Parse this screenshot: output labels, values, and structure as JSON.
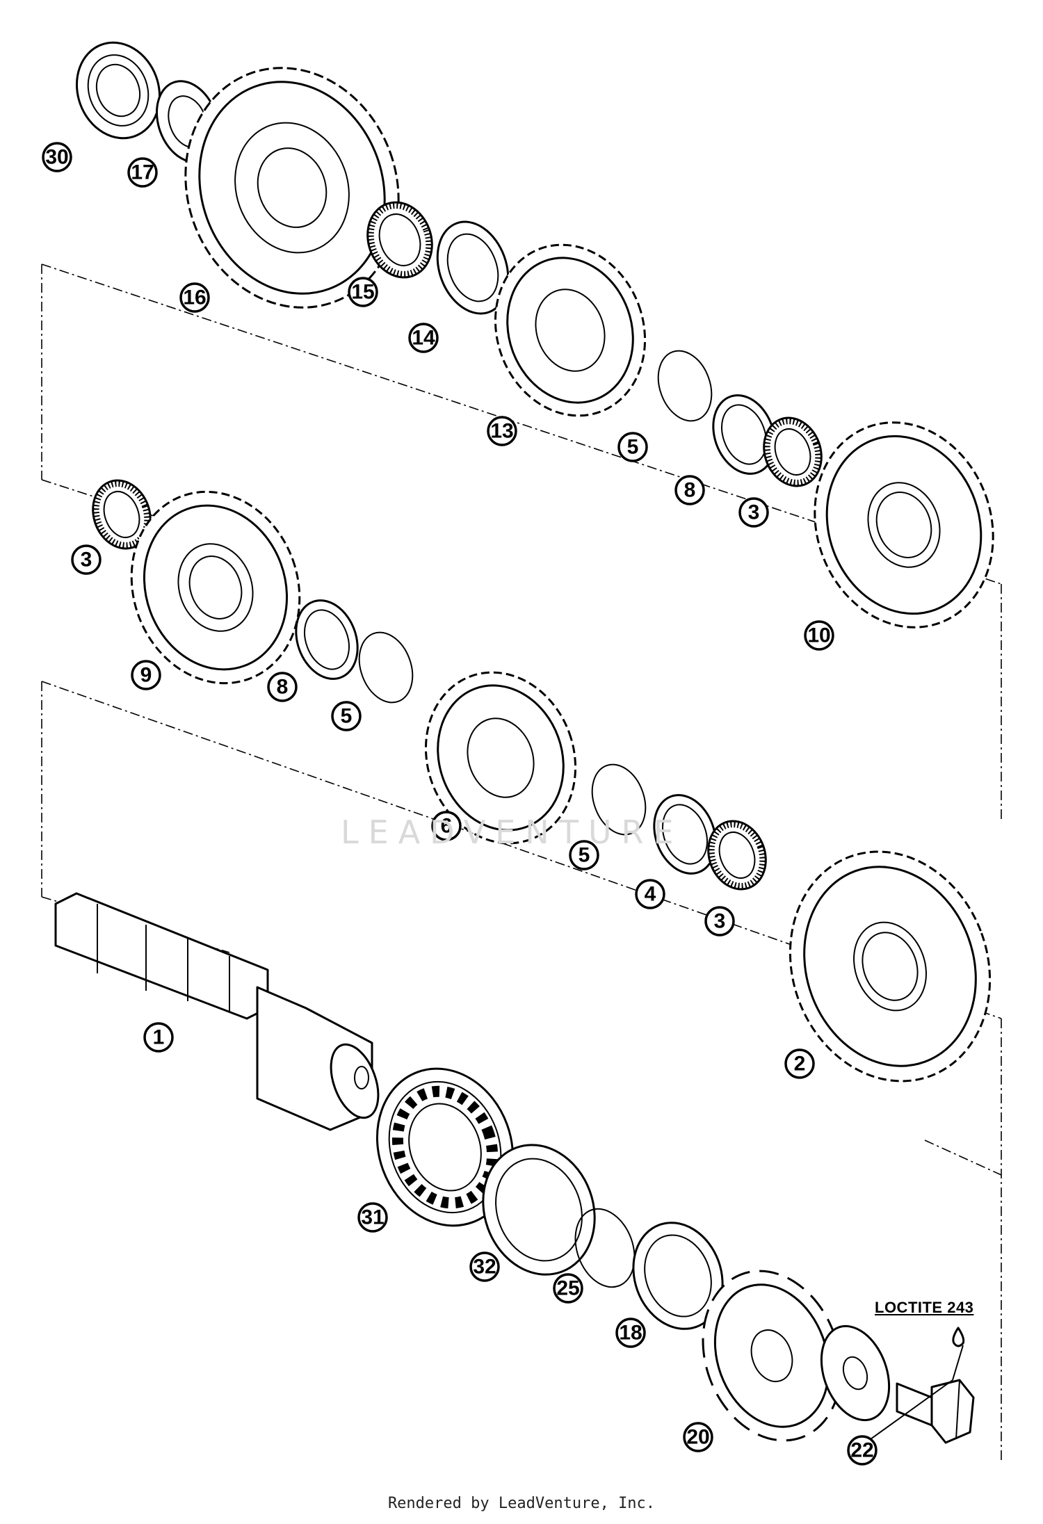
{
  "diagram": {
    "callouts": [
      {
        "id": "c30",
        "label": "30"
      },
      {
        "id": "c17",
        "label": "17"
      },
      {
        "id": "c16",
        "label": "16"
      },
      {
        "id": "c15",
        "label": "15"
      },
      {
        "id": "c14",
        "label": "14"
      },
      {
        "id": "c13",
        "label": "13"
      },
      {
        "id": "c5a",
        "label": "5"
      },
      {
        "id": "c8a",
        "label": "8"
      },
      {
        "id": "c3a",
        "label": "3"
      },
      {
        "id": "c10",
        "label": "10"
      },
      {
        "id": "c3b",
        "label": "3"
      },
      {
        "id": "c9",
        "label": "9"
      },
      {
        "id": "c8b",
        "label": "8"
      },
      {
        "id": "c5b",
        "label": "5"
      },
      {
        "id": "c6",
        "label": "6"
      },
      {
        "id": "c5c",
        "label": "5"
      },
      {
        "id": "c4",
        "label": "4"
      },
      {
        "id": "c3c",
        "label": "3"
      },
      {
        "id": "c1",
        "label": "1"
      },
      {
        "id": "c2",
        "label": "2"
      },
      {
        "id": "c31",
        "label": "31"
      },
      {
        "id": "c32",
        "label": "32"
      },
      {
        "id": "c25",
        "label": "25"
      },
      {
        "id": "c18",
        "label": "18"
      },
      {
        "id": "c20",
        "label": "20"
      },
      {
        "id": "c22",
        "label": "22"
      }
    ],
    "annotation": "LOCTITE 243",
    "watermark": "LEADVENTURE"
  },
  "footer": "Rendered by LeadVenture, Inc."
}
